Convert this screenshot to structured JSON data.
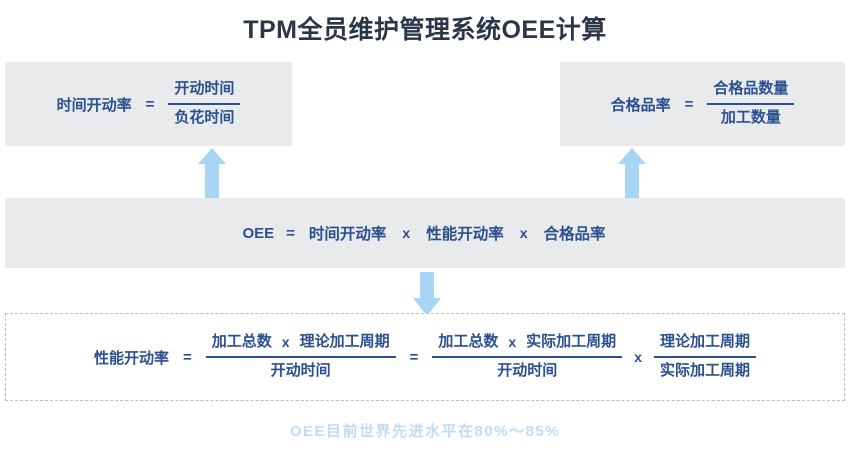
{
  "title": "TPM全员维护管理系统OEE计算",
  "time_rate_box": {
    "label": "时间开动率",
    "equals": "=",
    "numerator": "开动时间",
    "denominator": "负花时间"
  },
  "quality_rate_box": {
    "label": "合格品率",
    "equals": "=",
    "numerator": "合格品数量",
    "denominator": "加工数量"
  },
  "oee_band": {
    "label": "OEE",
    "equals": "=",
    "term1": "时间开动率",
    "mul1": "x",
    "term2": "性能开动率",
    "mul2": "x",
    "term3": "合格品率"
  },
  "performance_box": {
    "label": "性能开动率",
    "equals1": "=",
    "f1_num_a": "加工总数",
    "f1_mul": "x",
    "f1_num_b": "理论加工周期",
    "f1_den": "开动时间",
    "equals2": "=",
    "f2_num_a": "加工总数",
    "f2_mul": "x",
    "f2_num_b": "实际加工周期",
    "f2_den": "开动时间",
    "mul_outer": "x",
    "f3_num": "理论加工周期",
    "f3_den": "实际加工周期"
  },
  "footer": "OEE目前世界先进水平在80%～85%",
  "colors": {
    "panel_bg": "#e8eaec",
    "formula_text": "#2b5090",
    "title_text": "#2b3648",
    "arrow": "#a8d4f5",
    "footer_text": "#bedcf7"
  },
  "arrows": {
    "up_left": "arrow-up-icon",
    "up_right": "arrow-up-icon",
    "down": "arrow-down-icon"
  }
}
